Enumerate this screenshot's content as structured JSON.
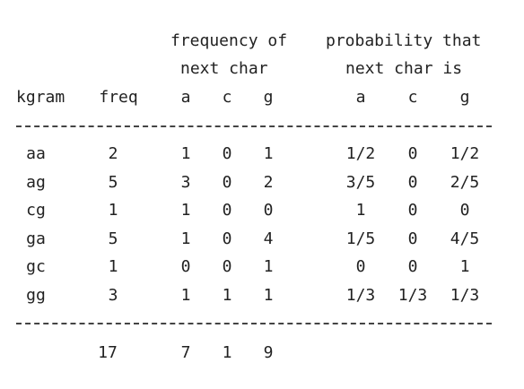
{
  "header": {
    "group_freq_line1": "frequency of",
    "group_freq_line2": "next char",
    "group_prob_line1": "probability that",
    "group_prob_line2": "next char is",
    "kgram": "kgram",
    "freq": "freq",
    "freq_cols": [
      "a",
      "c",
      "g"
    ],
    "prob_cols": [
      "a",
      "c",
      "g"
    ]
  },
  "rows": [
    {
      "kgram": "aa",
      "freq": "2",
      "counts": [
        "1",
        "0",
        "1"
      ],
      "probs": [
        "1/2",
        "0",
        "1/2"
      ]
    },
    {
      "kgram": "ag",
      "freq": "5",
      "counts": [
        "3",
        "0",
        "2"
      ],
      "probs": [
        "3/5",
        "0",
        "2/5"
      ]
    },
    {
      "kgram": "cg",
      "freq": "1",
      "counts": [
        "1",
        "0",
        "0"
      ],
      "probs": [
        "1",
        "0",
        "0"
      ]
    },
    {
      "kgram": "ga",
      "freq": "5",
      "counts": [
        "1",
        "0",
        "4"
      ],
      "probs": [
        "1/5",
        "0",
        "4/5"
      ]
    },
    {
      "kgram": "gc",
      "freq": "1",
      "counts": [
        "0",
        "0",
        "1"
      ],
      "probs": [
        "0",
        "0",
        "1"
      ]
    },
    {
      "kgram": "gg",
      "freq": "3",
      "counts": [
        "1",
        "1",
        "1"
      ],
      "probs": [
        "1/3",
        "1/3",
        "1/3"
      ]
    }
  ],
  "totals": {
    "freq": "17",
    "counts": [
      "7",
      "1",
      "9"
    ]
  }
}
